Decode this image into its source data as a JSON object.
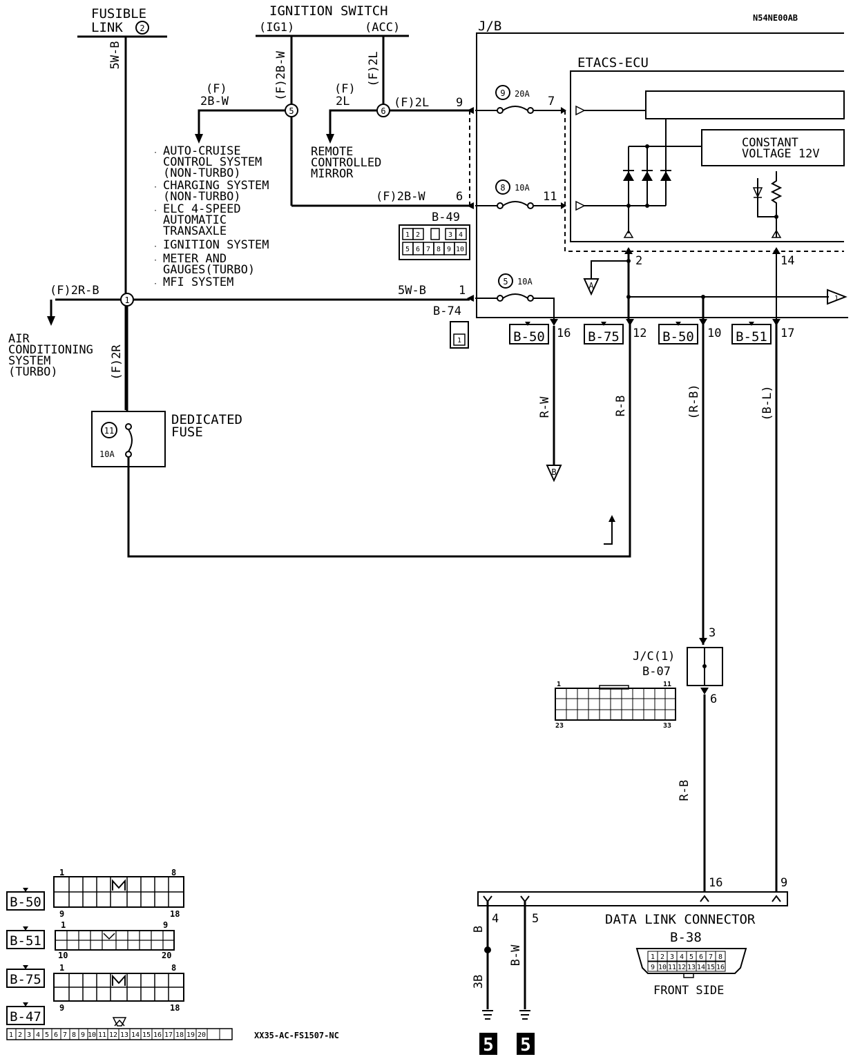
{
  "diagram_id": "N54NE00AB",
  "fusible_link": {
    "line1": "FUSIBLE",
    "line2": "LINK",
    "num": "2",
    "wire": "5W-B"
  },
  "ignition_switch": {
    "title": "IGNITION SWITCH",
    "ig1": "(IG1)",
    "acc": "(ACC)",
    "ig1_wire": "(F)2B-W",
    "acc_wire": "(F)2L"
  },
  "jb": "J/B",
  "etacs": {
    "title": "ETACS-ECU",
    "constant_voltage_1": "CONSTANT",
    "constant_voltage_2": "VOLTAGE 12V"
  },
  "branch_2bw": {
    "wire1": "(F)",
    "wire2": "2B-W",
    "node": "5"
  },
  "branch_2l": {
    "wire1": "(F)",
    "wire2": "2L",
    "node": "6",
    "dest1": "REMOTE",
    "dest2": "CONTROLLED",
    "dest3": "MIRROR"
  },
  "systems": [
    "AUTO-CRUISE",
    "CONTROL SYSTEM",
    "(NON-TURBO)",
    "CHARGING SYSTEM",
    "(NON-TURBO)",
    "ELC 4-SPEED",
    "AUTOMATIC",
    "TRANSAXLE",
    "IGNITION SYSTEM",
    "METER AND",
    "GAUGES(TURBO)",
    "MFI SYSTEM"
  ],
  "fuses": {
    "f9": {
      "num": "9",
      "rating": "20A",
      "in_pin": "9",
      "out_pin": "7",
      "in_wire": "(F)2L"
    },
    "f8": {
      "num": "8",
      "rating": "10A",
      "in_pin": "6",
      "out_pin": "11",
      "in_wire": "(F)2B-W"
    },
    "f5": {
      "num": "5",
      "rating": "10A",
      "in_pin": "1",
      "in_wire": "5W-B"
    }
  },
  "connectors": {
    "b49": "B-49",
    "b49_pins": [
      "1",
      "2",
      "3",
      "4",
      "5",
      "6",
      "7",
      "8",
      "9",
      "10"
    ],
    "b74": "B-74",
    "b74_pin": "1"
  },
  "node1": {
    "num": "1",
    "left_wire": "(F)2R-B",
    "down_wire": "(F)2R"
  },
  "air_conditioning": [
    "AIR",
    "CONDITIONING",
    "SYSTEM",
    "(TURBO)"
  ],
  "dedicated_fuse": {
    "line1": "DEDICATED",
    "line2": "FUSE",
    "num": "11",
    "rating": "10A"
  },
  "etacs_pins": {
    "p2": "2",
    "p14": "14"
  },
  "refs": {
    "a": "A",
    "b": "B",
    "c": "1"
  },
  "jb_pins": [
    {
      "conn": "B-50",
      "pin": "16",
      "wire": "R-W"
    },
    {
      "conn": "B-75",
      "pin": "12",
      "wire": "R-B"
    },
    {
      "conn": "B-50",
      "pin": "10",
      "wire": "(R-B)"
    },
    {
      "conn": "B-51",
      "pin": "17",
      "wire": "(B-L)"
    }
  ],
  "jc": {
    "title": "J/C(1)",
    "conn": "B-07",
    "pin_in": "3",
    "pin_out": "6",
    "wire": "R-B",
    "grid_tl": "1",
    "grid_tr": "11",
    "grid_bl": "23",
    "grid_br": "33"
  },
  "dlc": {
    "title": "DATA LINK CONNECTOR",
    "conn": "B-38",
    "front": "FRONT SIDE",
    "pin16": "16",
    "pin9": "9",
    "pin4": "4",
    "pin5": "5",
    "wire4": "B",
    "wire4b": "3B",
    "wire5": "B-W",
    "ground": "5",
    "pins_top": [
      "1",
      "2",
      "3",
      "4",
      "5",
      "6",
      "7",
      "8"
    ],
    "pins_bot": [
      "9",
      "10",
      "11",
      "12",
      "13",
      "14",
      "15",
      "16"
    ]
  },
  "legend": [
    {
      "conn": "B-50",
      "tl": "1",
      "tr": "8",
      "bl": "9",
      "br": "18"
    },
    {
      "conn": "B-51",
      "tl": "1",
      "tr": "9",
      "bl": "10",
      "br": "20"
    },
    {
      "conn": "B-75",
      "tl": "1",
      "tr": "8",
      "bl": "9",
      "br": "18"
    },
    {
      "conn": "B-47",
      "pins": [
        "1",
        "2",
        "3",
        "4",
        "5",
        "6",
        "7",
        "8",
        "9",
        "10",
        "11",
        "12",
        "13",
        "14",
        "15",
        "16",
        "17",
        "18",
        "19",
        "20"
      ]
    }
  ],
  "footer_code": "XX35-AC-FS1507-NC"
}
